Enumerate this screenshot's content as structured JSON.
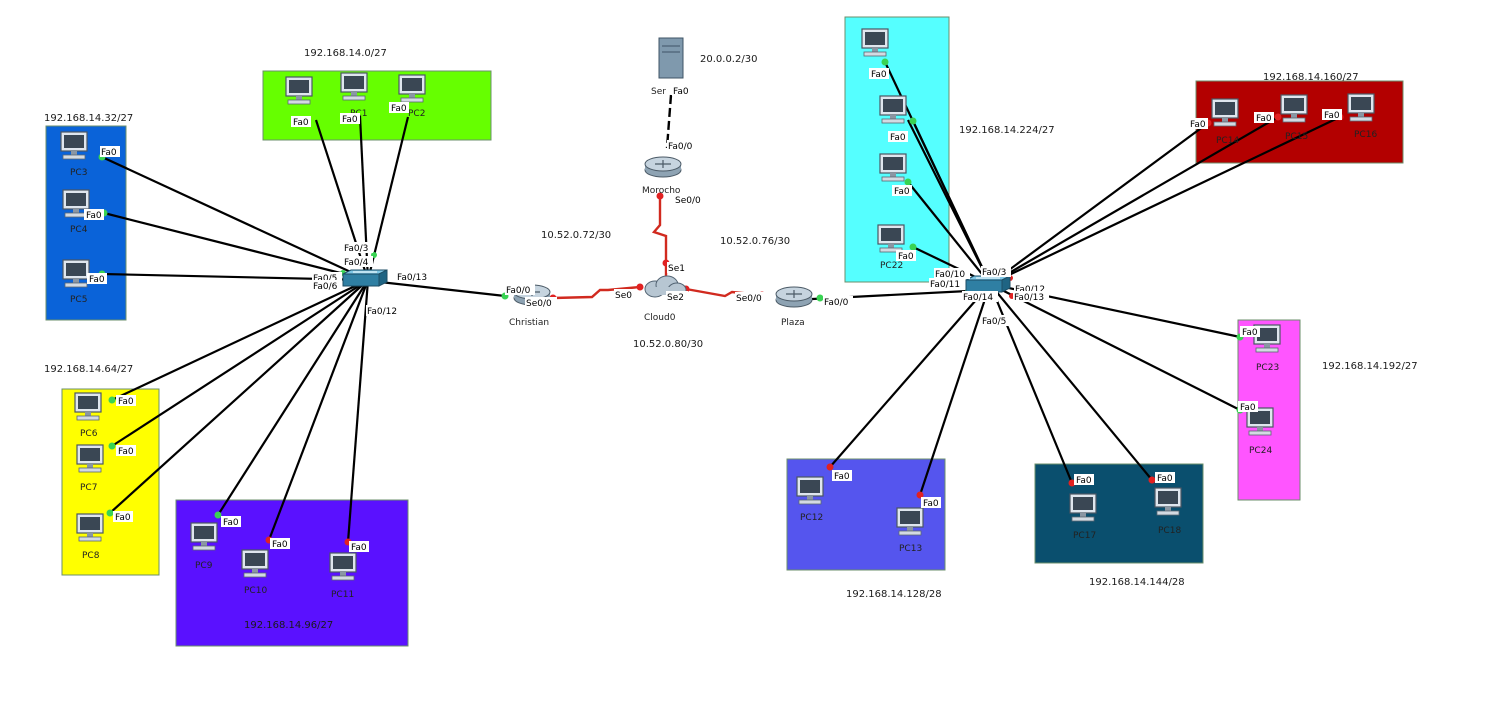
{
  "zones": [
    {
      "id": "z_pc012",
      "color": "#66ff00"
    },
    {
      "id": "z_pc345",
      "color": "#0a63d9"
    },
    {
      "id": "z_pc678",
      "color": "#ffff00"
    },
    {
      "id": "z_pc91011",
      "color": "#5a11ff"
    },
    {
      "id": "z_pc1415",
      "color": "#55ffff"
    },
    {
      "id": "z_pc16",
      "color": "#b30000"
    },
    {
      "id": "z_pc1213",
      "color": "#5555ee"
    },
    {
      "id": "z_pc1718",
      "color": "#0a4f6e"
    },
    {
      "id": "z_pc2324",
      "color": "#ff55ff"
    }
  ],
  "network_labels": {
    "n14_0": "192.168.14.0/27",
    "n14_32": "192.168.14.32/27",
    "n14_64": "192.168.14.64/27",
    "n14_96": "192.168.14.96/27",
    "n20": "20.0.0.2/30",
    "n10_72": "10.52.0.72/30",
    "n10_76": "10.52.0.76/30",
    "n10_80": "10.52.0.80/30",
    "n14_224": "192.168.14.224/27",
    "n14_160": "192.168.14.160/27",
    "n14_192": "192.168.14.192/27",
    "n14_128": "192.168.14.128/28",
    "n14_144": "192.168.14.144/28"
  },
  "devices": {
    "server": "Ser",
    "router_top": "Morocho",
    "cloud": "Cloud0",
    "router_left": "Christian",
    "router_right": "Plaza",
    "pc3": "PC3",
    "pc4": "PC4",
    "pc5": "PC5",
    "pc6": "PC6",
    "pc7": "PC7",
    "pc8": "PC8",
    "pc9": "PC9",
    "pc10": "PC10",
    "pc11": "PC11",
    "pc1": "PC1",
    "pc2": "PC2",
    "pc22": "PC22",
    "pc14": "PC14",
    "pc15": "PC15",
    "pc16": "PC16",
    "pc12": "PC12",
    "pc13": "PC13",
    "pc17": "PC17",
    "pc18": "PC18",
    "pc23": "PC23",
    "pc24": "PC24"
  },
  "ports": {
    "fa0": "Fa0",
    "fa0_0": "Fa0/0",
    "fa0_3": "Fa0/3",
    "fa0_4": "Fa0/4",
    "fa0_5": "Fa0/5",
    "fa0_6": "Fa0/6",
    "fa0_12": "Fa0/12",
    "fa0_13": "Fa0/13",
    "fa0_10": "Fa0/10",
    "fa0_11": "Fa0/11",
    "fa0_14": "Fa0/14",
    "fa0_02": "Fa0/0",
    "se0": "Se0",
    "se0_0": "Se0/0",
    "se1": "Se1",
    "se2": "Se2",
    "fa0_server": "Fa0"
  }
}
